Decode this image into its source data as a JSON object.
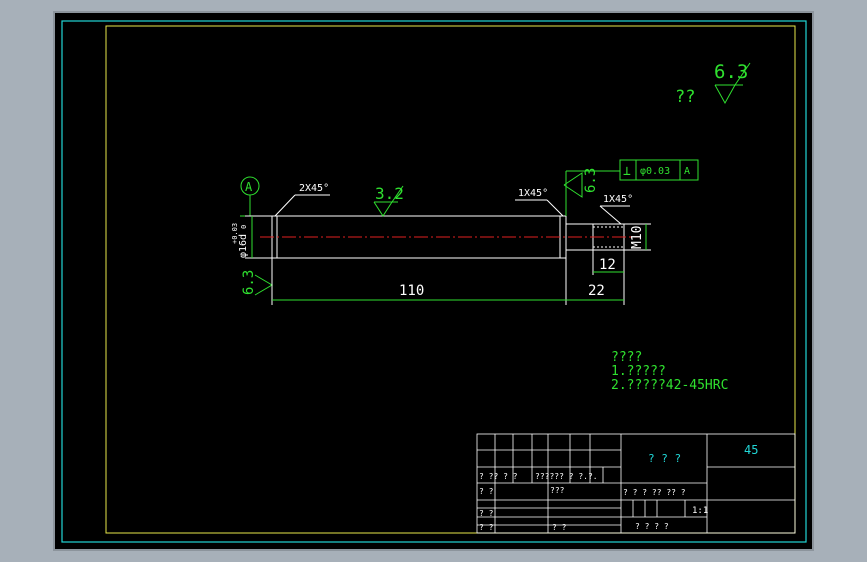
{
  "roughness": {
    "general_label": "??",
    "general_value": "6.3",
    "body_value": "3.2",
    "left_face_value": "6.3",
    "right_shoulder_value": "6.3"
  },
  "datum": {
    "label": "A"
  },
  "tolerance_frame": {
    "symbol": "⊥",
    "value": "φ0.03",
    "datum_ref": "A"
  },
  "dimensions": {
    "chamfer_left": "2X45°",
    "chamfer_right_1": "1X45°",
    "chamfer_right_2": "1X45°",
    "diameter": "φ16d",
    "diameter_tol_upper": "+0.03",
    "diameter_tol_lower": "0",
    "length_main": "110",
    "length_thread": "22",
    "length_thread_inner": "12",
    "thread": "M10"
  },
  "notes": {
    "title": "????",
    "line1": "1.?????",
    "line2": "2.?????42-45HRC"
  },
  "title_block": {
    "part_name": "? ? ?",
    "material": "45",
    "scale": "1:1",
    "row_labels": {
      "r1": "? ?? ? ?",
      "r1b": "?????? ? ?.?.",
      "r2a": "? ?",
      "r2b": "???",
      "r3": "? ?",
      "r4a": "? ?",
      "r4b": "? ?",
      "mid_labels": "? ? ? ?? ?? ?",
      "bottom_labels": "?  ? ?  ?"
    }
  }
}
